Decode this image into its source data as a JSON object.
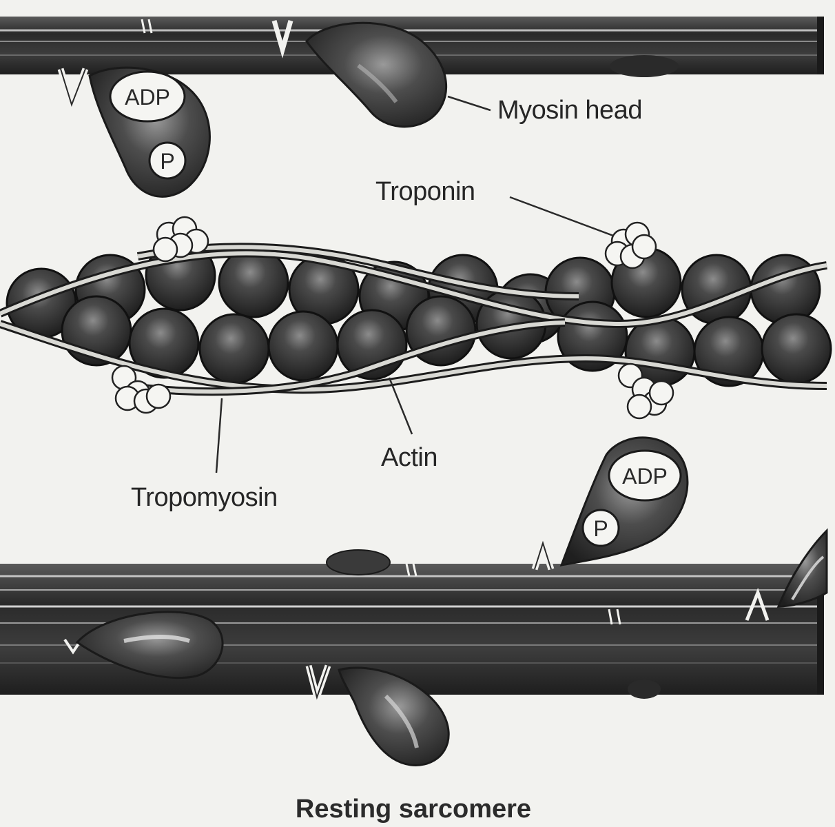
{
  "diagram": {
    "labels": {
      "myosin_head": "Myosin head",
      "troponin": "Troponin",
      "actin": "Actin",
      "tropomyosin": "Tropomyosin"
    },
    "caption": "Resting sarcomere",
    "bound_molecules": {
      "adp": "ADP",
      "phosphate": "P"
    },
    "colors": {
      "background": "#f2f2ef",
      "filament_dark": "#2e2e2e",
      "actin_bead": "#3a3a3a",
      "troponin": "#f5f5f2"
    }
  }
}
